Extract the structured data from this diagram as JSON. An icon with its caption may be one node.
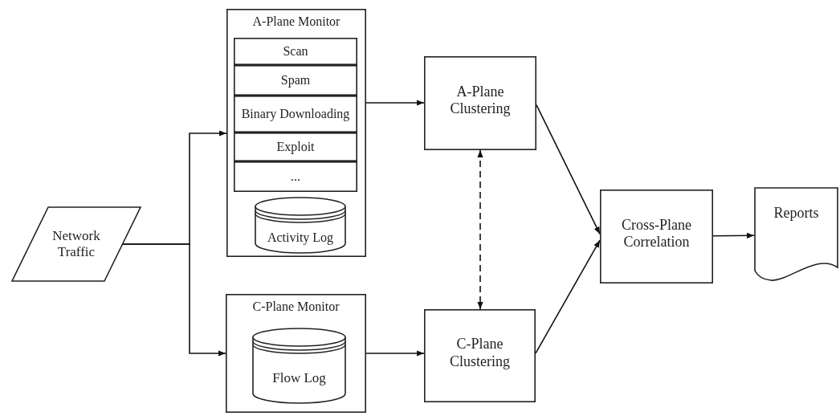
{
  "diagram": {
    "nodes": [
      {
        "text": [
          "Network Traffic"
        ]
      },
      {
        "text": [
          "A-Plane Monitor"
        ]
      },
      {
        "text": [
          "Scan"
        ],
        "in": 1
      },
      {
        "text": [
          "Spam"
        ],
        "in": 1
      },
      {
        "text": [
          "Binary Downloading"
        ],
        "in": 1
      },
      {
        "text": [
          "Exploit"
        ],
        "in": 1
      },
      {
        "text": [
          "..."
        ],
        "in": 1
      },
      {
        "text": [
          "Activity Log"
        ],
        "in": 1
      },
      {
        "text": [
          "C-Plane Monitor"
        ]
      },
      {
        "text": [
          "Flow Log"
        ],
        "in": 8
      },
      {
        "text": [
          "A-Plane Clustering"
        ]
      },
      {
        "text": [
          "C-Plane Clustering"
        ]
      },
      {
        "text": [
          "Cross-Plane Correlation"
        ]
      },
      {
        "text": [
          "Reports"
        ]
      }
    ],
    "edges": [
      {
        "from": 0,
        "to": 1,
        "arrow": "to"
      },
      {
        "from": 0,
        "to": 8,
        "arrow": "to"
      },
      {
        "from": 1,
        "to": 10,
        "arrow": "to"
      },
      {
        "from": 8,
        "to": 11,
        "arrow": "to"
      },
      {
        "from": 10,
        "to": 11,
        "arrow": "both",
        "style": "dashed"
      },
      {
        "from": 10,
        "to": 12,
        "arrow": "to"
      },
      {
        "from": 11,
        "to": 12,
        "arrow": "to"
      },
      {
        "from": 12,
        "to": 13,
        "arrow": "to"
      }
    ]
  }
}
